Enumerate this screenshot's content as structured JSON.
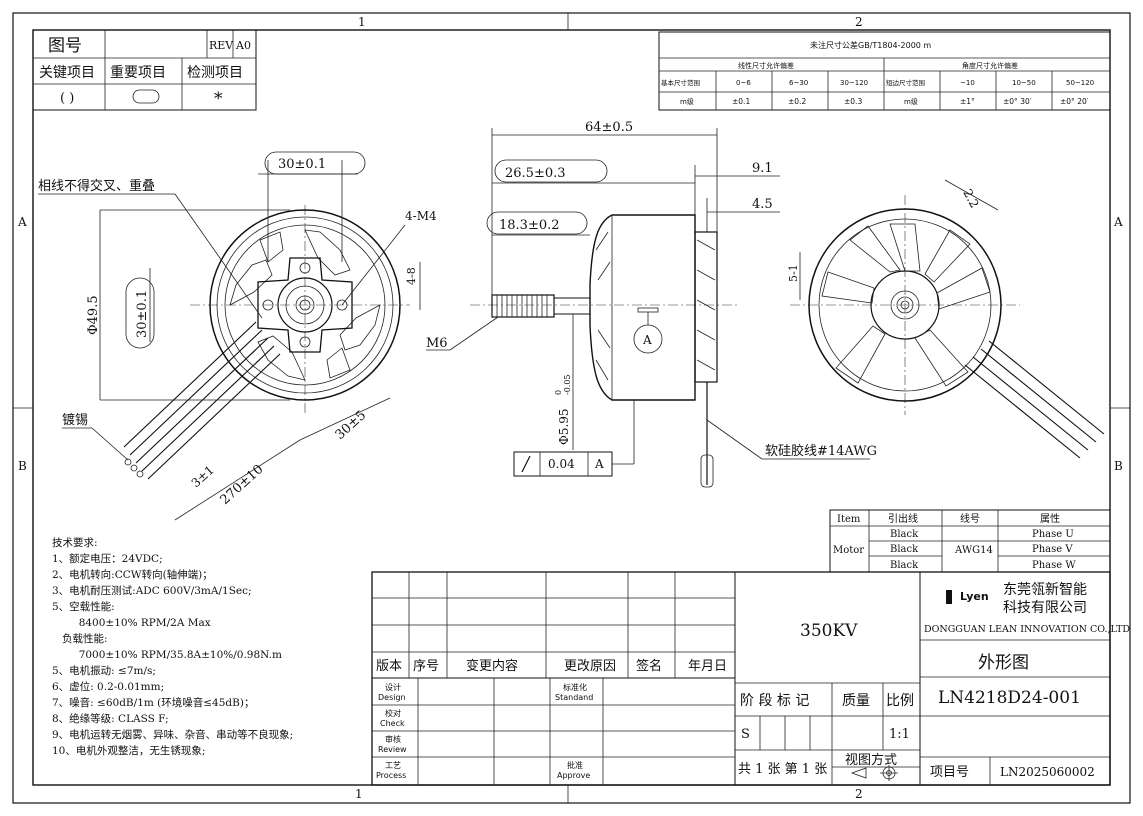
{
  "border": {
    "zone_top_1": "1",
    "zone_top_2": "2",
    "zone_bottom_1": "1",
    "zone_bottom_2": "2",
    "zone_left_a": "A",
    "zone_left_b": "B",
    "zone_right_a": "A",
    "zone_right_b": "B"
  },
  "header_box": {
    "drawing_no_label": "图号",
    "rev_label": "REV",
    "rev_value": "A0",
    "key_item": "关键项目",
    "important_item": "重要项目",
    "inspect_item": "检测项目",
    "key_symbol": "( )",
    "inspect_symbol": "*"
  },
  "tolerance_table": {
    "title": "未注尺寸公差GB/T1804-2000 m",
    "linear_header": "线性尺寸允许偏差",
    "angular_header": "角度尺寸允许偏差",
    "linear_range_label": "基本尺寸范围",
    "linear_ranges": [
      "0~6",
      "6~30",
      "30~120"
    ],
    "grade_label": "m级",
    "linear_values": [
      "±0.1",
      "±0.2",
      "±0.3"
    ],
    "angular_range_label": "短边尺寸范围",
    "angular_ranges": [
      "~10",
      "10~50",
      "50~120"
    ],
    "angular_values": [
      "±1°",
      "±0° 30′",
      "±0° 20′"
    ]
  },
  "dims": {
    "d30": "30±0.1",
    "d49": "Φ49.5",
    "d30v": "30±0.1",
    "m4": "4-M4",
    "d4_8": "4-8",
    "lead_note": "相线不得交叉、重叠",
    "tin": "镀锡",
    "d30_5": "30±5",
    "d3_1": "3±1",
    "d270": "270±10",
    "d64": "64±0.5",
    "d26": "26.5±0.3",
    "d18": "18.3±0.2",
    "d9": "9.1",
    "d4_5": "4.5",
    "m6": "M6",
    "shaft": "Φ5.95",
    "shaft_tol_up": "0",
    "shaft_tol_dn": "-0.05",
    "datum": "A",
    "runout_value": "0.04",
    "runout_datum": "A",
    "wire": "软硅胶线#14AWG",
    "d2_2": "2.2",
    "d5_1": "5-1"
  },
  "wire_table": {
    "headers": [
      "Item",
      "引出线",
      "线号",
      "属性"
    ],
    "item": "Motor",
    "gauge": "AWG14",
    "rows": [
      {
        "lead": "Black",
        "attr": "Phase U"
      },
      {
        "lead": "Black",
        "attr": "Phase V"
      },
      {
        "lead": "Black",
        "attr": "Phase W"
      }
    ]
  },
  "notes": [
    "技术要求:",
    "1、额定电压：24VDC;",
    "2、电机转向:CCW转向(轴伸端)；",
    "3、电机耐压测试:ADC 600V/3mA/1Sec;",
    "5、空载性能:",
    "        8400±10% RPM/2A Max",
    "   负载性能:",
    "        7000±10% RPM/35.8A±10%/0.98N.m",
    "5、电机振动: ≤7m/s;",
    "6、虚位: 0.2-0.01mm;",
    "7、噪音: ≤60dB/1m (环境噪音≤45dB)；",
    "8、绝缘等级: CLASS F;",
    "9、电机运转无烟雾、异味、杂音、串动等不良现象;",
    "10、电机外观整洁，无生锈现象;"
  ],
  "title_block": {
    "rev_cols": [
      "版本",
      "序号",
      "变更内容",
      "更改原因",
      "签名",
      "年月日"
    ],
    "design_cn": "设计",
    "design_en": "Design",
    "check_cn": "校对",
    "check_en": "Check",
    "review_cn": "审核",
    "review_en": "Review",
    "process_cn": "工艺",
    "process_en": "Process",
    "standard_cn": "标准化",
    "standard_en": "Standand",
    "approve_cn": "批准",
    "approve_en": "Approve",
    "kv": "350KV",
    "stage_label": "阶 段 标 记",
    "mass_label": "质量",
    "scale_label": "比例",
    "stage_value": "S",
    "scale_value": "1:1",
    "sheets": "共 1 张 第 1 张",
    "view_method": "视图方式",
    "logo": "Lyen",
    "company_cn_1": "东莞瓴新智能",
    "company_cn_2": "科技有限公司",
    "company_en": "DONGGUAN LEAN INNOVATION CO.,LTD",
    "drawing_title": "外形图",
    "drawing_no": "LN4218D24-001",
    "project_label": "项目号",
    "project_no": "LN2025060002"
  }
}
